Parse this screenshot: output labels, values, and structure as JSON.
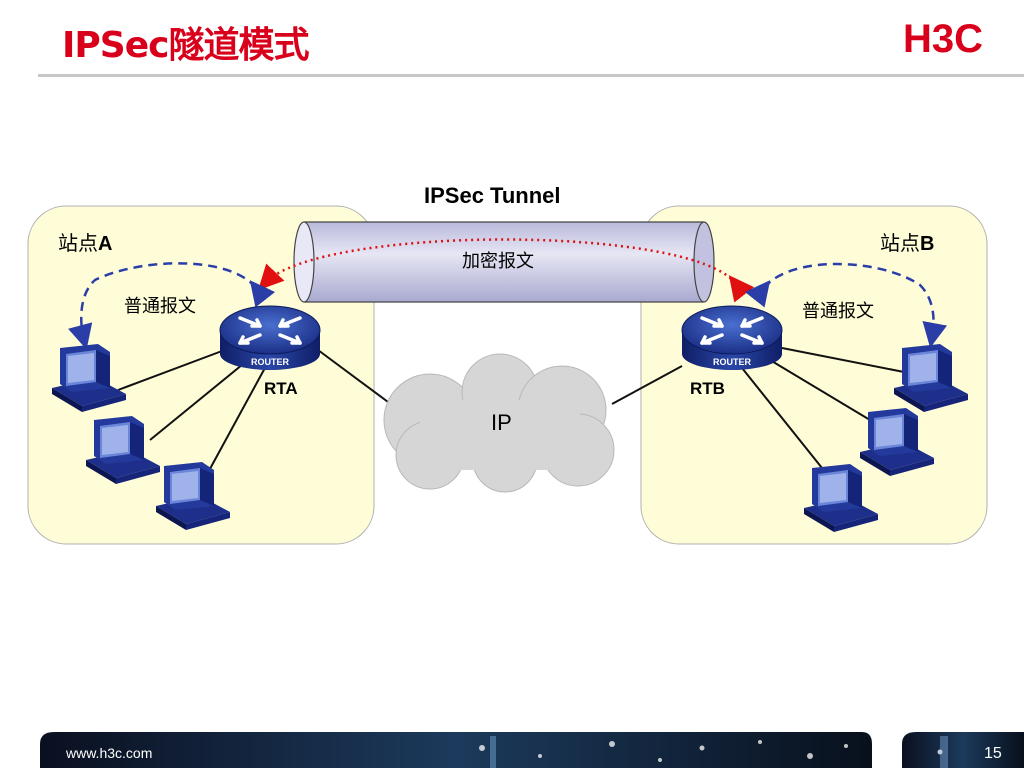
{
  "header": {
    "title": "IPSec隧道模式",
    "logo_text": "H3C",
    "brand_color": "#d9001b"
  },
  "diagram": {
    "tunnel_label": "IPSec Tunnel",
    "encrypted_label": "加密报文",
    "cloud_label": "IP",
    "site_a": {
      "prefix": "站点",
      "letter": "A",
      "router": "RTA",
      "plain_label": "普通报文"
    },
    "site_b": {
      "prefix": "站点",
      "letter": "B",
      "router": "RTB",
      "plain_label": "普通报文"
    },
    "router_caption": "ROUTER",
    "site_fill": "#fefdd8",
    "cloud_fill": "#d6d6d6",
    "tunnel_fill": "#cdcde6"
  },
  "footer": {
    "url": "www.h3c.com",
    "page": "15"
  }
}
